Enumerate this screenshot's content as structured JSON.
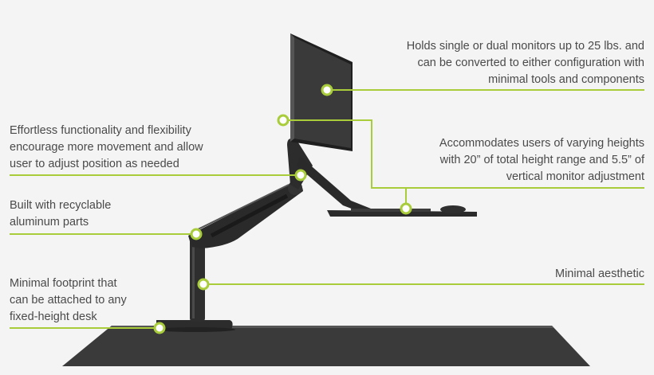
{
  "accent_color": "#a9cc3a",
  "desk_color": "#3a3a3a",
  "product_color": "#2a2a2a",
  "callouts": {
    "monitors": {
      "lines": [
        "Holds single or dual monitors up to 25 lbs. and",
        "can be converted to either configuration with",
        "minimal tools and components"
      ]
    },
    "heights": {
      "lines": [
        "Accommodates users of varying heights",
        "with 20” of total height range and 5.5” of",
        "vertical monitor adjustment"
      ]
    },
    "flexibility": {
      "lines": [
        "Effortless functionality and flexibility",
        "encourage more movement and allow",
        "user to adjust position as needed"
      ]
    },
    "aluminum": {
      "lines": [
        "Built with recyclable",
        "aluminum parts"
      ]
    },
    "aesthetic": {
      "lines": [
        "Minimal aesthetic"
      ]
    },
    "footprint": {
      "lines": [
        "Minimal footprint that",
        "can be attached to any",
        "fixed-height desk"
      ]
    }
  }
}
